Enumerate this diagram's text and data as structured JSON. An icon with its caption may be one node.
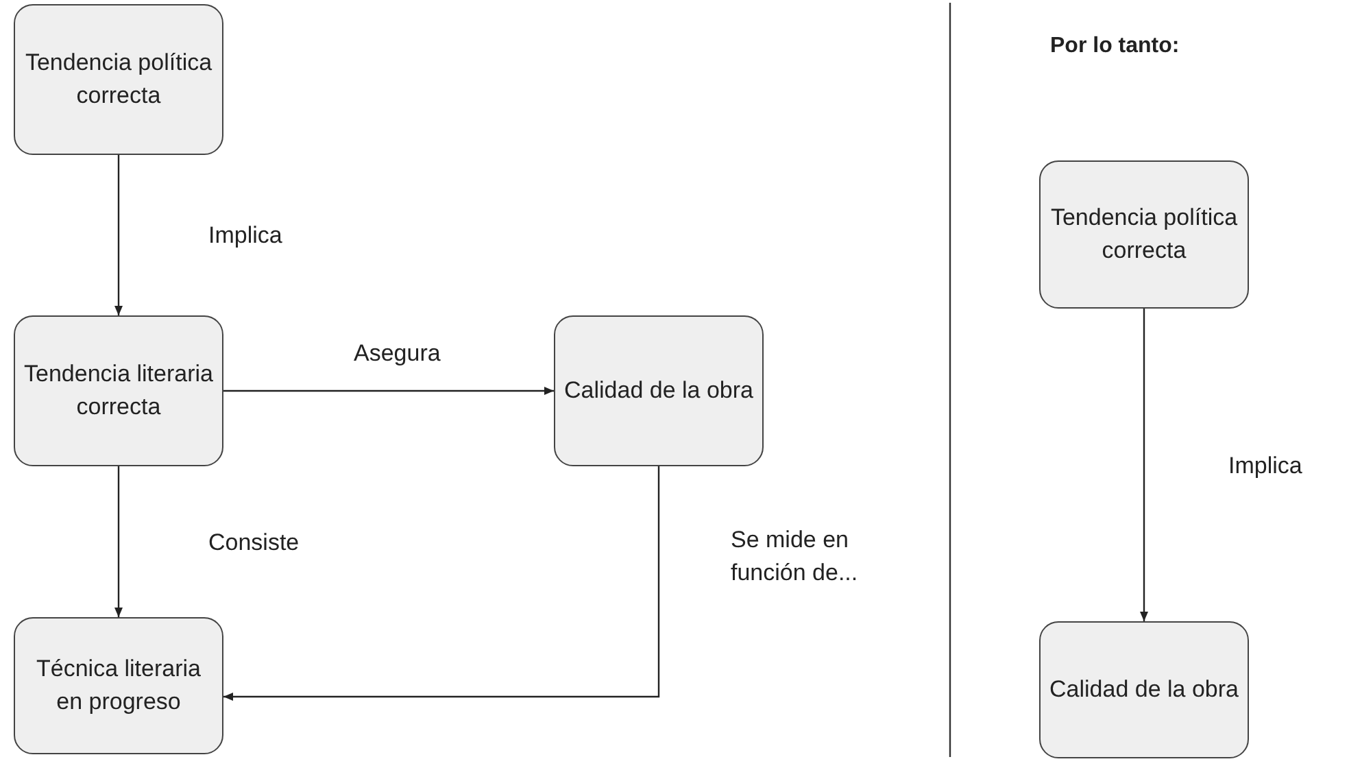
{
  "diagram": {
    "nodes": [
      {
        "text": [
          "Tendencia política correcta"
        ]
      },
      {
        "text": [
          "Tendencia literaria correcta"
        ]
      },
      {
        "text": [
          "Calidad de la obra"
        ]
      },
      {
        "text": [
          "Técnica literaria en progreso"
        ]
      },
      {
        "text": [
          "Tendencia política correcta"
        ]
      },
      {
        "text": [
          "Calidad de la obra"
        ]
      }
    ],
    "edges": [
      {
        "from": 0,
        "to": 1,
        "arrow": "to",
        "label": "Implica"
      },
      {
        "from": 1,
        "to": 2,
        "arrow": "to",
        "label": "Asegura"
      },
      {
        "from": 1,
        "to": 3,
        "arrow": "to",
        "label": "Consiste"
      },
      {
        "from": 2,
        "to": 3,
        "arrow": "to",
        "label": "Se mide en función de..."
      },
      {
        "from": 4,
        "to": 5,
        "arrow": "to",
        "label": "Implica"
      }
    ],
    "labels": [
      "Por lo tanto:"
    ]
  }
}
